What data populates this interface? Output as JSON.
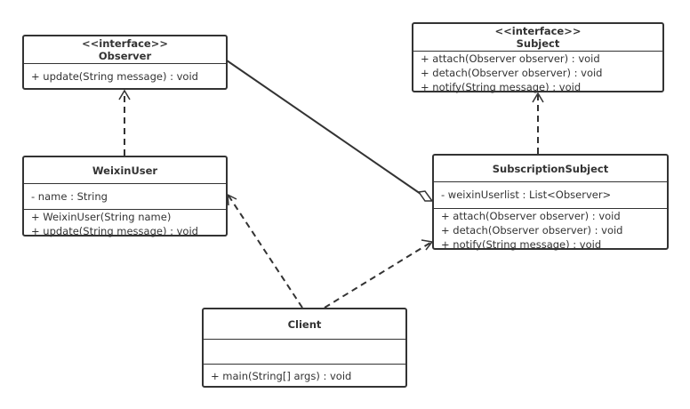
{
  "classes": {
    "observer": {
      "stereotype": "<<interface>>",
      "name": "Observer",
      "attributes": [],
      "methods": [
        "+ update(String message) : void"
      ]
    },
    "subject": {
      "stereotype": "<<interface>>",
      "name": "Subject",
      "attributes": [],
      "methods": [
        "+ attach(Observer observer) : void",
        "+ detach(Observer observer) : void",
        "+ notify(String message) : void"
      ]
    },
    "weixinuser": {
      "name": "WeixinUser",
      "attributes": [
        "- name : String"
      ],
      "methods": [
        "+ WeixinUser(String name)",
        "+ update(String message) : void"
      ]
    },
    "subscriptionsubject": {
      "name": "SubscriptionSubject",
      "attributes": [
        "- weixinUserlist : List<Observer>"
      ],
      "methods": [
        "+ attach(Observer observer) : void",
        "+ detach(Observer observer) : void",
        "+ notify(String message) : void"
      ]
    },
    "client": {
      "name": "Client",
      "attributes": [],
      "methods": [
        "+ main(String[] args) : void"
      ]
    }
  },
  "relations": [
    {
      "type": "realization",
      "from": "WeixinUser",
      "to": "Observer"
    },
    {
      "type": "realization",
      "from": "SubscriptionSubject",
      "to": "Subject"
    },
    {
      "type": "aggregation",
      "from": "SubscriptionSubject",
      "to": "Observer"
    },
    {
      "type": "dependency",
      "from": "Client",
      "to": "WeixinUser"
    },
    {
      "type": "dependency",
      "from": "Client",
      "to": "SubscriptionSubject"
    }
  ],
  "colors": {
    "stroke": "#333333",
    "background": "#ffffff"
  }
}
